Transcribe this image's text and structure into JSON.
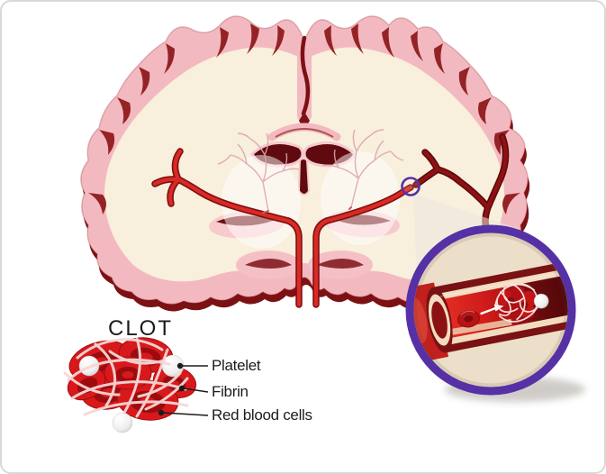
{
  "clot_diagram": {
    "title": "CLOT",
    "labels": [
      {
        "text": "Platelet"
      },
      {
        "text": "Fibrin"
      },
      {
        "text": "Red blood cells"
      }
    ]
  },
  "colors": {
    "background": "#ffffff",
    "card_border": "#d8d8d8",
    "cortex_pink": "#f3b9c0",
    "brain_inner_cream": "#f8efdc",
    "sulci_dark_red": "#7c1114",
    "artery_bright_red": "#da2a23",
    "artery_dark_red": "#8e1113",
    "ventricle_dark_red": "#5e0a0e",
    "clot_marker_purple": "#5531a5",
    "magnifier_ring_purple": "#5531a5",
    "magnifier_interior_cream": "#ebdfca",
    "vessel_wall_dark_red": "#7a1113",
    "vessel_lining_cream": "#f2dcc0",
    "blood_red": "#c41517",
    "blocked_blood_dark": "#4a0608",
    "fibrin_white": "#f6d7d6",
    "platelet_white": "#f2f2f2",
    "label_text": "#1c1c1c"
  }
}
